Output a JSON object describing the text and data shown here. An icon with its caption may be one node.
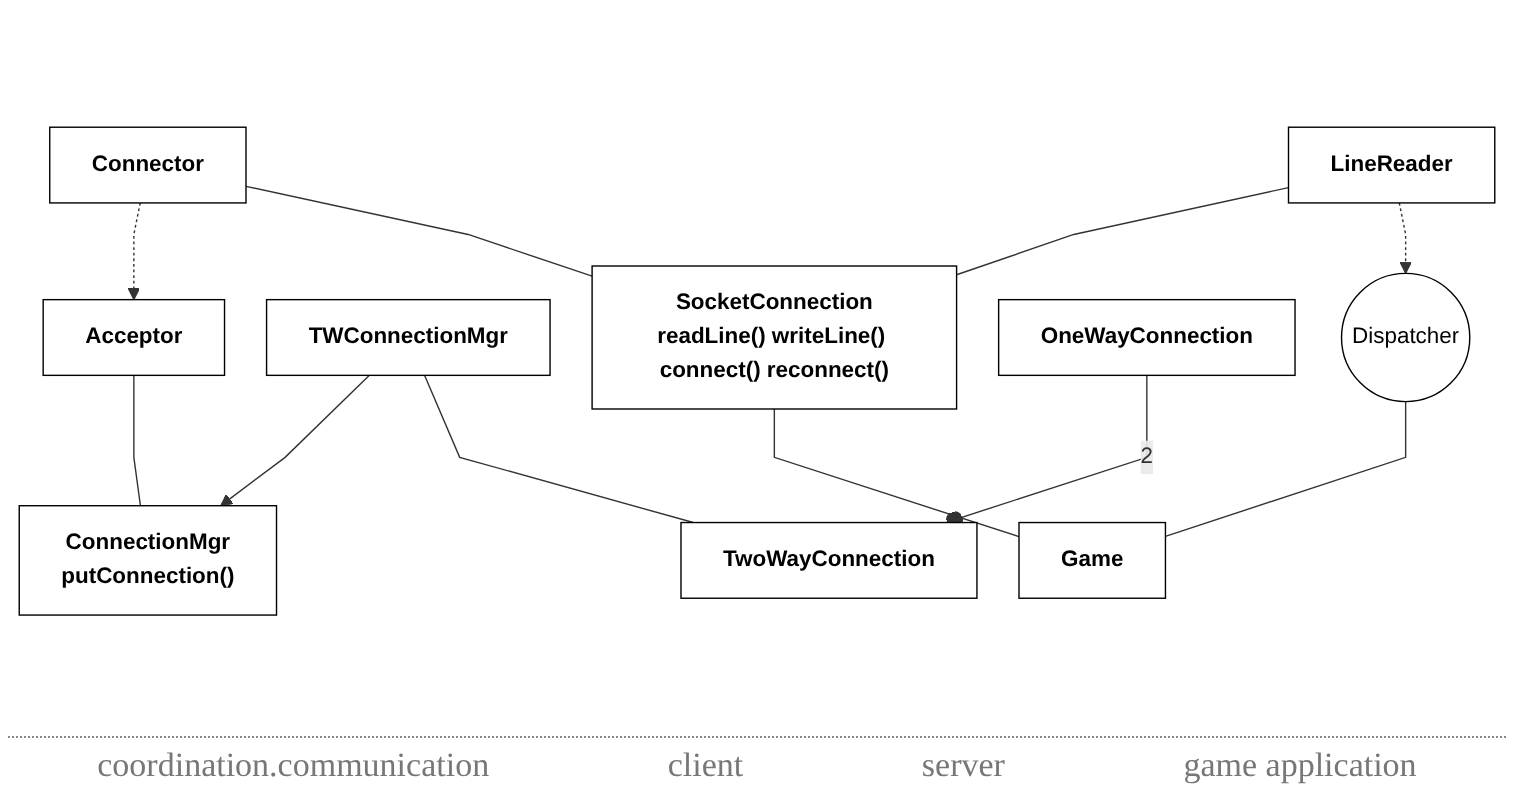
{
  "diagram": {
    "nodes": [
      {
        "text": [
          "Connector"
        ]
      },
      {
        "text": [
          "Acceptor"
        ]
      },
      {
        "text": [
          "ConnectionMgr",
          "putConnection()"
        ]
      },
      {
        "text": [
          "TWConnectionMgr"
        ]
      },
      {
        "text": [
          "SocketConnection",
          "readLine() writeLine() connect() reconnect()"
        ]
      },
      {
        "text": [
          "LineReader"
        ]
      },
      {
        "text": [
          "TwoWayConnection"
        ]
      },
      {
        "text": [
          "OneWayConnection"
        ]
      },
      {
        "text": [
          "Dispatcher"
        ]
      },
      {
        "text": [
          "Game"
        ]
      }
    ],
    "edges": [
      {
        "from": 0,
        "to": 1,
        "arrow": "to",
        "style": "dashed"
      },
      {
        "from": 1,
        "to": 2,
        "arrow": "none"
      },
      {
        "from": 3,
        "to": 2,
        "arrow": "to"
      },
      {
        "from": 3,
        "to": 6,
        "arrow": "none"
      },
      {
        "from": 7,
        "to": 6,
        "arrow": "other",
        "label": "2"
      },
      {
        "from": 0,
        "to": 4,
        "arrow": "none"
      },
      {
        "from": 5,
        "to": 4,
        "arrow": "none"
      },
      {
        "from": 4,
        "to": 9,
        "arrow": "none"
      },
      {
        "from": 5,
        "to": 8,
        "arrow": "to",
        "style": "dashed"
      },
      {
        "from": 8,
        "to": 9,
        "arrow": "none"
      }
    ],
    "labels": [
      "coordination.communication",
      "client",
      "server",
      "game application"
    ]
  }
}
